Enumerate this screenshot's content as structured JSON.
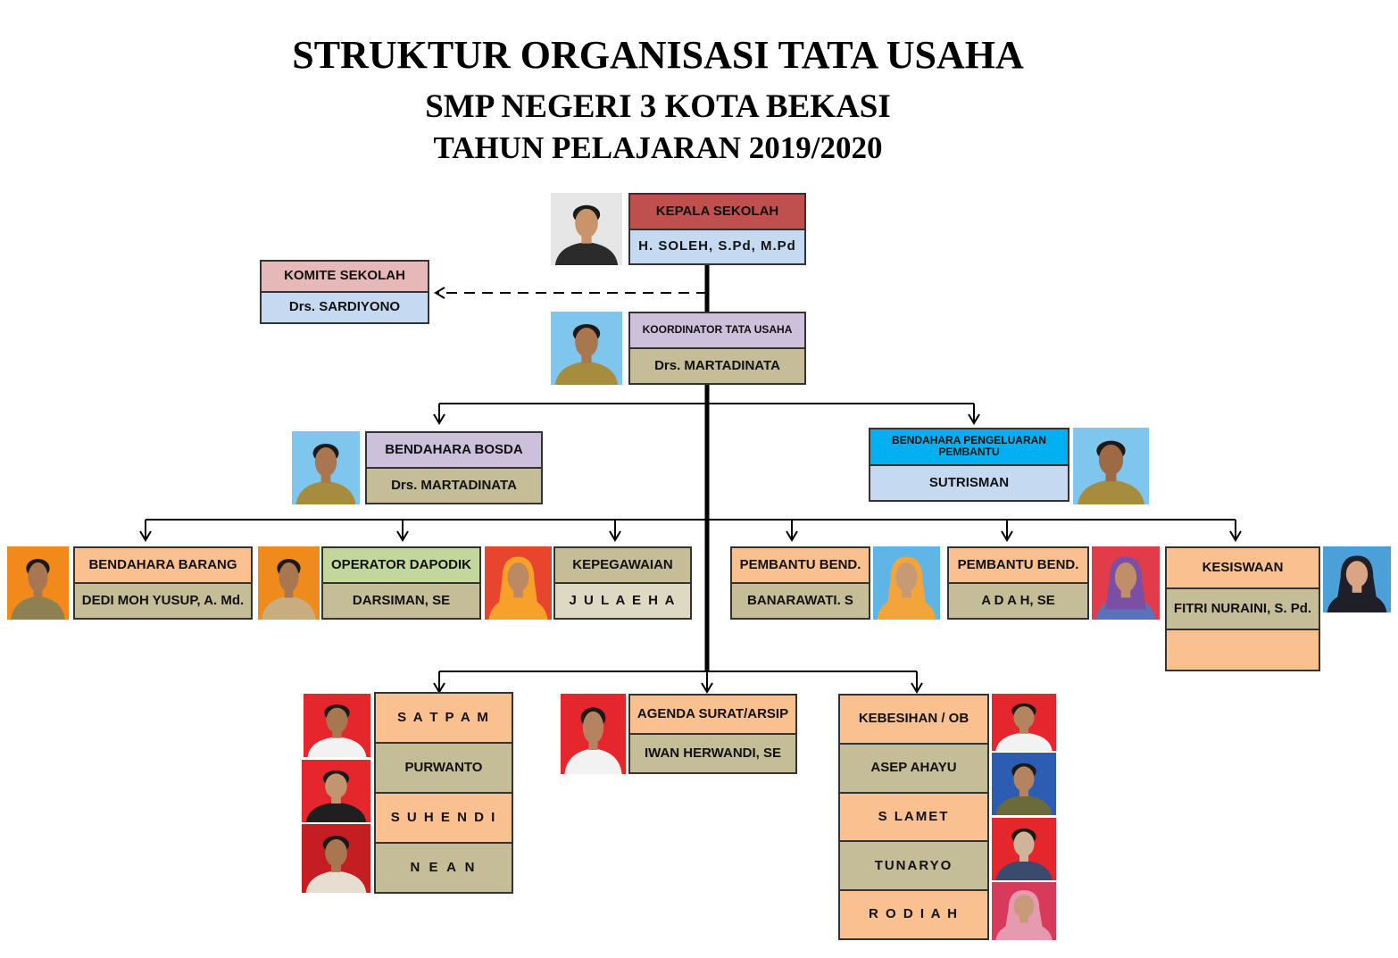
{
  "title": {
    "line1": "STRUKTUR ORGANISASI TATA USAHA",
    "line2": "SMP NEGERI 3 KOTA BEKASI",
    "line3": "TAHUN PELAJARAN 2019/2020"
  },
  "colors": {
    "kepala_role": "#c0504d",
    "name_blue": "#c5d9f1",
    "komite_role": "#e6b8b7",
    "purple_role": "#ccc0da",
    "khaki_name": "#c4bd97",
    "cyan_role": "#00b0f0",
    "peach": "#fac090",
    "green_role": "#c3d69b",
    "light_khaki": "#ddd9c3",
    "line": "#000000"
  },
  "nodes": {
    "kepala": {
      "role": "KEPALA SEKOLAH",
      "name": "H. SOLEH, S.Pd, M.Pd"
    },
    "komite": {
      "role": "KOMITE SEKOLAH",
      "name": "Drs. SARDIYONO"
    },
    "koordinator": {
      "role": "KOORDINATOR TATA USAHA",
      "name": "Drs. MARTADINATA"
    },
    "bosda": {
      "role": "BENDAHARA BOSDA",
      "name": "Drs. MARTADINATA"
    },
    "pengeluaran": {
      "role": "BENDAHARA PENGELUARAN PEMBANTU",
      "name": "SUTRISMAN"
    },
    "barang": {
      "role": "BENDAHARA BARANG",
      "name": "DEDI MOH YUSUP, A. Md."
    },
    "dapodik": {
      "role": "OPERATOR DAPODIK",
      "name": "DARSIMAN, SE"
    },
    "kepegawaian": {
      "role": "KEPEGAWAIAN",
      "name": "J U L A E H A"
    },
    "pembantu1": {
      "role": "PEMBANTU BEND.",
      "name": "BANARAWATI. S"
    },
    "pembantu2": {
      "role": "PEMBANTU BEND.",
      "name": "A  D  A  H, SE"
    },
    "kesiswaan": {
      "role": "KESISWAAN",
      "name": "FITRI NURAINI, S. Pd."
    },
    "satpam": {
      "role": "S A T P A M",
      "names": [
        "PURWANTO",
        "S U H E N D I",
        "N  E  A  N"
      ]
    },
    "agenda": {
      "role": "AGENDA SURAT/ARSIP",
      "name": "IWAN HERWANDI, SE"
    },
    "kebersihan": {
      "role": "KEBESIHAN / OB",
      "names": [
        "ASEP AHAYU",
        "S LAMET",
        "TUNARYO",
        "R  O  D  I  A  H"
      ]
    }
  }
}
